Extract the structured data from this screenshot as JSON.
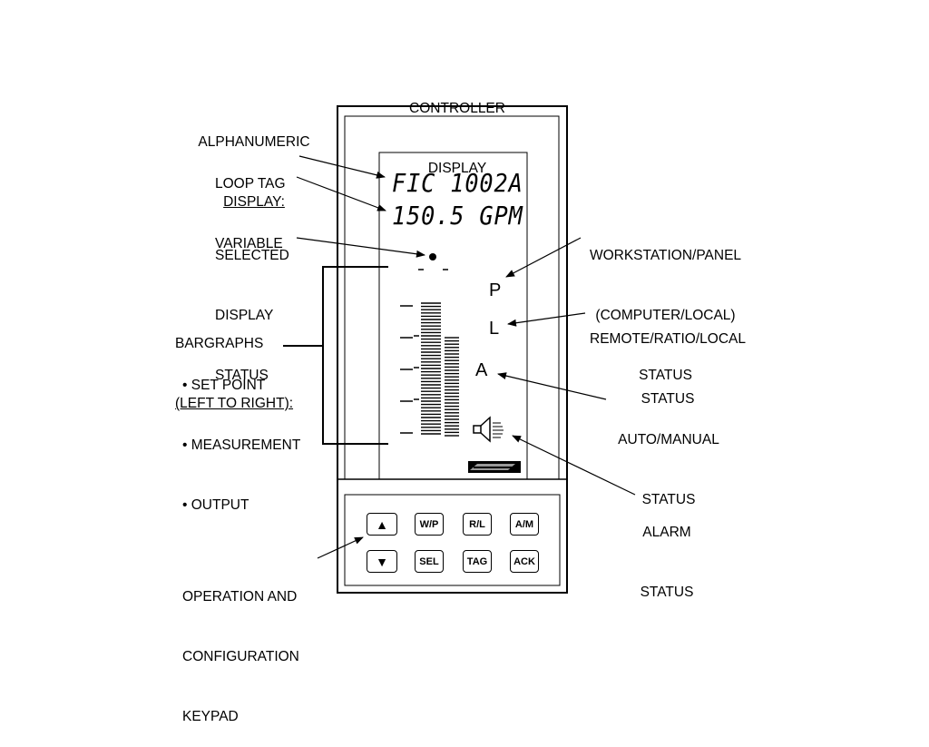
{
  "labels": {
    "controller_display": [
      "CONTROLLER",
      "DISPLAY"
    ],
    "alphanumeric_heading": [
      "ALPHANUMERIC",
      "DISPLAY:"
    ],
    "alphanumeric_items": [
      "LOOP TAG",
      "VARIABLE"
    ],
    "selected_display_status": [
      "SELECTED",
      "DISPLAY",
      "STATUS"
    ],
    "bargraphs_heading": [
      "BARGRAPHS",
      "(LEFT TO RIGHT):"
    ],
    "bargraphs_items": [
      "• SET POINT",
      "• MEASUREMENT",
      "• OUTPUT"
    ],
    "workstation_panel": [
      "WORKSTATION/PANEL",
      "(COMPUTER/LOCAL)",
      "STATUS"
    ],
    "remote_ratio_local": [
      "REMOTE/RATIO/LOCAL",
      "STATUS"
    ],
    "auto_manual": [
      "AUTO/MANUAL",
      "STATUS"
    ],
    "alarm_status": [
      "ALARM",
      "STATUS"
    ],
    "keypad_label": [
      "OPERATION AND",
      "CONFIGURATION",
      "KEYPAD"
    ]
  },
  "display": {
    "loop_tag": "FIC 1002A",
    "variable": "150.5 GPM",
    "status_letters": {
      "workstation": "P",
      "remote": "L",
      "auto": "A"
    }
  },
  "keypad": {
    "row1": [
      "▲",
      "W/P",
      "R/L",
      "A/M"
    ],
    "row2": [
      "▼",
      "SEL",
      "TAG",
      "ACK"
    ]
  },
  "icons": [
    "alarm-horn-icon",
    "selected-display-dot-icon",
    "brand-logo-icon"
  ]
}
